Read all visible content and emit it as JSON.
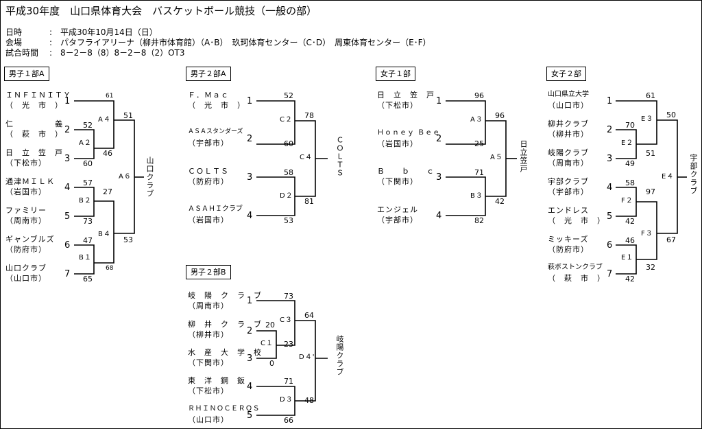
{
  "title": "平成30年度　山口県体育大会　バスケットボール競技（一般の部）",
  "info": [
    {
      "label": "日時",
      "sep": ":",
      "value": "平成30年10月14日（日）"
    },
    {
      "label": "会場",
      "sep": ":",
      "value": "パタフライアリーナ（柳井市体育館）（A･B）　玖珂体育センター（C･D）　周東体育センター（E･F）"
    },
    {
      "label": "試合時間",
      "sep": ":",
      "value": "8－2－8（8）8－2－8（2）OT3"
    }
  ],
  "sections": {
    "m1a": "男子１部A",
    "m2a": "男子２部A",
    "m2b": "男子２部B",
    "w1": "女子１部",
    "w2": "女子２部"
  },
  "m1a": {
    "teams": [
      {
        "name": "ＩＮＦＩＮＩＴＹ",
        "city": "（　光　市　）",
        "seed": "1"
      },
      {
        "name": "仁　　　　　義",
        "city": "（　萩　市　）",
        "seed": "2"
      },
      {
        "name": "日　立　笠　戸",
        "city": "（下松市）",
        "seed": "3"
      },
      {
        "name": "通津ＭＩＬＫ",
        "city": "（岩国市）",
        "seed": "4"
      },
      {
        "name": "ファミリー",
        "city": "（周南市）",
        "seed": "5"
      },
      {
        "name": "ギャンブルズ",
        "city": "（防府市）",
        "seed": "6"
      },
      {
        "name": "山口クラブ",
        "city": "（山口市）",
        "seed": "7"
      }
    ],
    "games": {
      "A2": "A２",
      "A4": "A４",
      "B2": "B２",
      "B1": "B１",
      "B4": "B４",
      "A6": "A６"
    },
    "scores": {
      "a2_top": "52",
      "a2_bot": "60",
      "a4_top": "61",
      "a4_bot": "46",
      "b2_top": "57",
      "b2_bot": "73",
      "b1_top": "47",
      "b1_bot": "65",
      "b4_top": "27",
      "b4_bot": "68",
      "a6_top": "51",
      "a6_bot": "53"
    },
    "winner": "山口クラブ"
  },
  "m2a": {
    "teams": [
      {
        "name": "Ｆ．Ｍａｃ",
        "city": "（　光　市　）",
        "seed": "1"
      },
      {
        "name": "ＡＳＡスタンダーズ",
        "city": "（宇部市）",
        "seed": "2"
      },
      {
        "name": "ＣＯＬＴＳ",
        "city": "（防府市）",
        "seed": "3"
      },
      {
        "name": "ＡＳＡＨＩクラブ",
        "city": "（岩国市）",
        "seed": "4"
      }
    ],
    "games": {
      "C2": "C２",
      "D2": "D２",
      "C4": "C４"
    },
    "scores": {
      "c2_top": "52",
      "c2_bot": "60",
      "d2_top": "58",
      "d2_bot": "53",
      "c4_top": "78",
      "c4_bot": "81"
    },
    "winner": "ＣＯＬＴＳ"
  },
  "m2b": {
    "teams": [
      {
        "name": "岐　陽　ク　ラ　ブ",
        "city": "（周南市）",
        "seed": "1"
      },
      {
        "name": "柳　井　ク　ラ　ブ",
        "city": "（柳井市）",
        "seed": "2"
      },
      {
        "name": "水　産　大　学　校",
        "city": "（下関市）",
        "seed": "3"
      },
      {
        "name": "東　洋　鋼　鈑",
        "city": "（下松市）",
        "seed": "4"
      },
      {
        "name": "ＲＨＩＮＯＣＥＲＯＳ",
        "city": "（山口市）",
        "seed": "5"
      }
    ],
    "games": {
      "C1": "C１",
      "C3": "C３",
      "D3": "D３",
      "D4": "D４'"
    },
    "scores": {
      "c1_top": "20",
      "c1_bot": "0",
      "c3_top": "73",
      "c3_bot": "23",
      "d3_top": "71",
      "d3_bot": "66",
      "d4_top": "64",
      "d4_bot": "48"
    },
    "winner": "岐陽クラブ"
  },
  "w1": {
    "teams": [
      {
        "name": "日　立　笠　戸",
        "city": "（下松市）",
        "seed": "1"
      },
      {
        "name": "Ｈｏｎｅｙ Ｂｅｅ",
        "city": "（岩国市）",
        "seed": "2"
      },
      {
        "name": "Ｂ　　ｂ　　ｃ",
        "city": "（下関市）",
        "seed": "3"
      },
      {
        "name": "エンジェル",
        "city": "（宇部市）",
        "seed": "4"
      }
    ],
    "games": {
      "A3": "A３",
      "B3": "B３",
      "A5": "A５"
    },
    "scores": {
      "a3_top": "96",
      "a3_bot": "25",
      "b3_top": "71",
      "b3_bot": "82",
      "a5_top": "96",
      "a5_bot": "42"
    },
    "winner": "日立笠戸"
  },
  "w2": {
    "teams": [
      {
        "name": "山口県立大学",
        "city": "（山口市）",
        "seed": "1"
      },
      {
        "name": "柳井クラブ",
        "city": "（柳井市）",
        "seed": "2"
      },
      {
        "name": "岐陽クラブ",
        "city": "（周南市）",
        "seed": "3"
      },
      {
        "name": "宇部クラブ",
        "city": "（宇部市）",
        "seed": "4"
      },
      {
        "name": "エンドレス",
        "city": "（　光　市　）",
        "seed": "5"
      },
      {
        "name": "ミッキーズ",
        "city": "（防府市）",
        "seed": "6"
      },
      {
        "name": "萩ボストンクラブ",
        "city": "（　萩　市　）",
        "seed": "7"
      }
    ],
    "games": {
      "E3": "E３",
      "E2": "E２",
      "F2": "F２",
      "E1": "E１",
      "F3": "F３",
      "E4": "E４"
    },
    "scores": {
      "e2_top": "70",
      "e2_bot": "49",
      "e3_top": "61",
      "e3_bot": "51",
      "f2_top": "58",
      "f2_bot": "42",
      "e1_top": "46",
      "e1_bot": "42",
      "f3_top": "97",
      "f3_bot": "32",
      "e4_top": "50",
      "e4_bot": "67"
    },
    "winner": "宇部クラブ"
  }
}
